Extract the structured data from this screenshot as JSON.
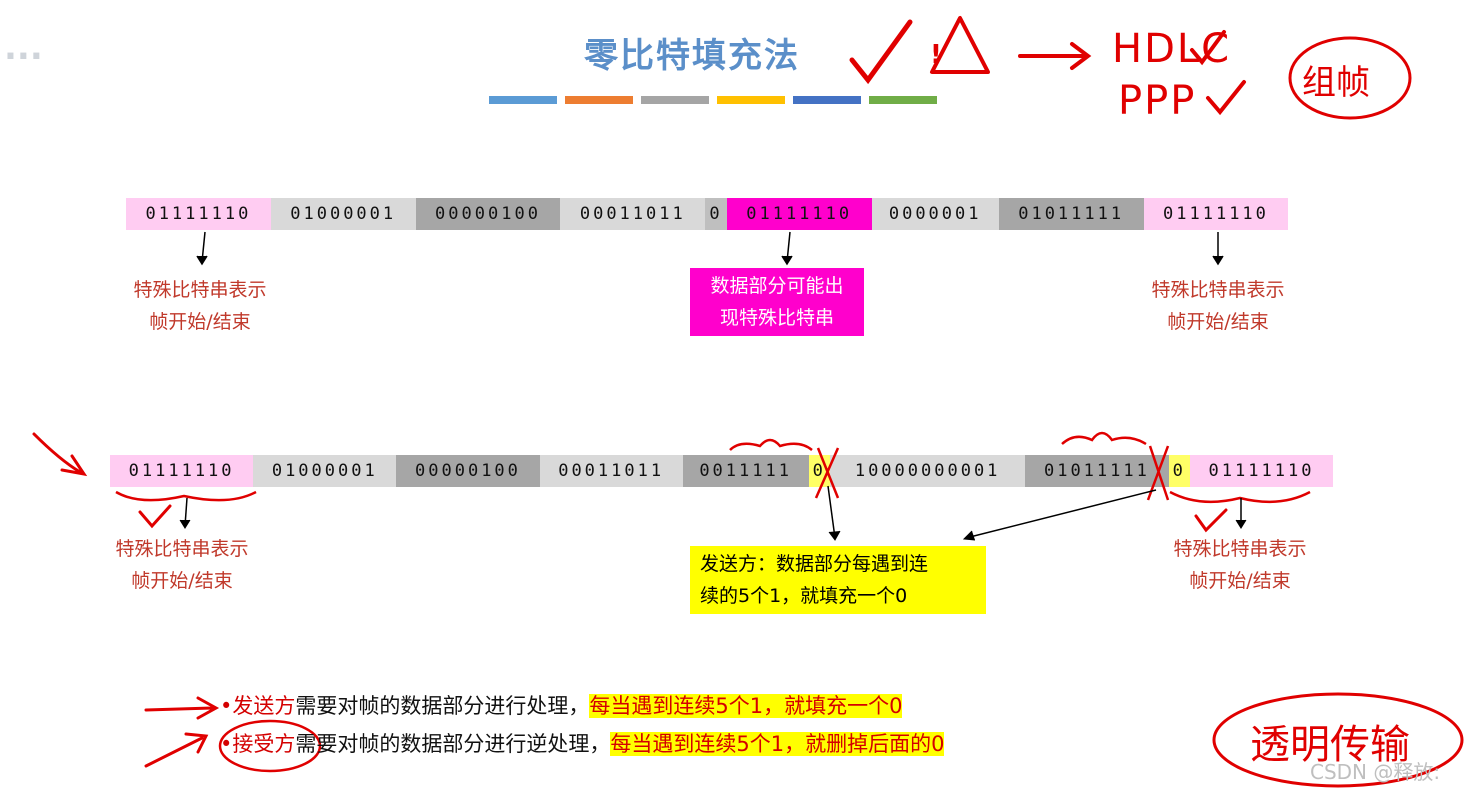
{
  "logo_text": "...",
  "title": "零比特填充法",
  "color_bars": [
    "#5b9bd5",
    "#ed7d31",
    "#a5a5a5",
    "#ffc000",
    "#4472c4",
    "#70ad47"
  ],
  "annotations": {
    "hdlc": "HDLC",
    "ppp": "PPP",
    "circle_note": "组帧",
    "transparent": "透明传输",
    "warning_icon": "!"
  },
  "row1": {
    "segments": [
      {
        "bits": "01111110",
        "color": "#ffccf2"
      },
      {
        "bits": "01000001",
        "color": "#d9d9d9"
      },
      {
        "bits": "00000100",
        "color": "#a6a6a6"
      },
      {
        "bits": "00011011",
        "color": "#d9d9d9"
      },
      {
        "bits": "0",
        "color": "#bfbfbf"
      },
      {
        "bits": "01111110",
        "color": "#ff00cc"
      },
      {
        "bits": "0000001",
        "color": "#d9d9d9"
      },
      {
        "bits": "01011111",
        "color": "#a6a6a6"
      },
      {
        "bits": "01111110",
        "color": "#ffccf2"
      }
    ],
    "label_left": [
      "特殊比特串表示",
      "帧开始/结束"
    ],
    "label_mid": [
      "数据部分可能出",
      "现特殊比特串"
    ],
    "label_right": [
      "特殊比特串表示",
      "帧开始/结束"
    ]
  },
  "row2": {
    "segments": [
      {
        "bits": "01111110",
        "color": "#ffccf2"
      },
      {
        "bits": "01000001",
        "color": "#d9d9d9"
      },
      {
        "bits": "00000100",
        "color": "#a6a6a6"
      },
      {
        "bits": "00011011",
        "color": "#d9d9d9"
      },
      {
        "bits": "0011111",
        "color": "#a6a6a6"
      },
      {
        "bits": "0",
        "color": "#ffff66"
      },
      {
        "bits": "10000000001",
        "color": "#d9d9d9"
      },
      {
        "bits": "0101111 1",
        "color": "#a6a6a6"
      },
      {
        "bits": "0",
        "color": "#ffff66"
      },
      {
        "bits": "01111110",
        "color": "#ffccf2"
      }
    ],
    "label_left": [
      "特殊比特串表示",
      "帧开始/结束"
    ],
    "label_mid": [
      "发送方：数据部分每遇到连",
      "续的5个1，就填充一个0"
    ],
    "label_right": [
      "特殊比特串表示",
      "帧开始/结束"
    ]
  },
  "bullets": [
    {
      "role": "发送方",
      "text": "需要对帧的数据部分进行处理，",
      "highlight": "每当遇到连续5个1，就填充一个0"
    },
    {
      "role": "接受方",
      "text": "需要对帧的数据部分进行逆处理，",
      "highlight": "每当遇到连续5个1，就删掉后面的0"
    }
  ],
  "watermark": "CSDN @释放:"
}
